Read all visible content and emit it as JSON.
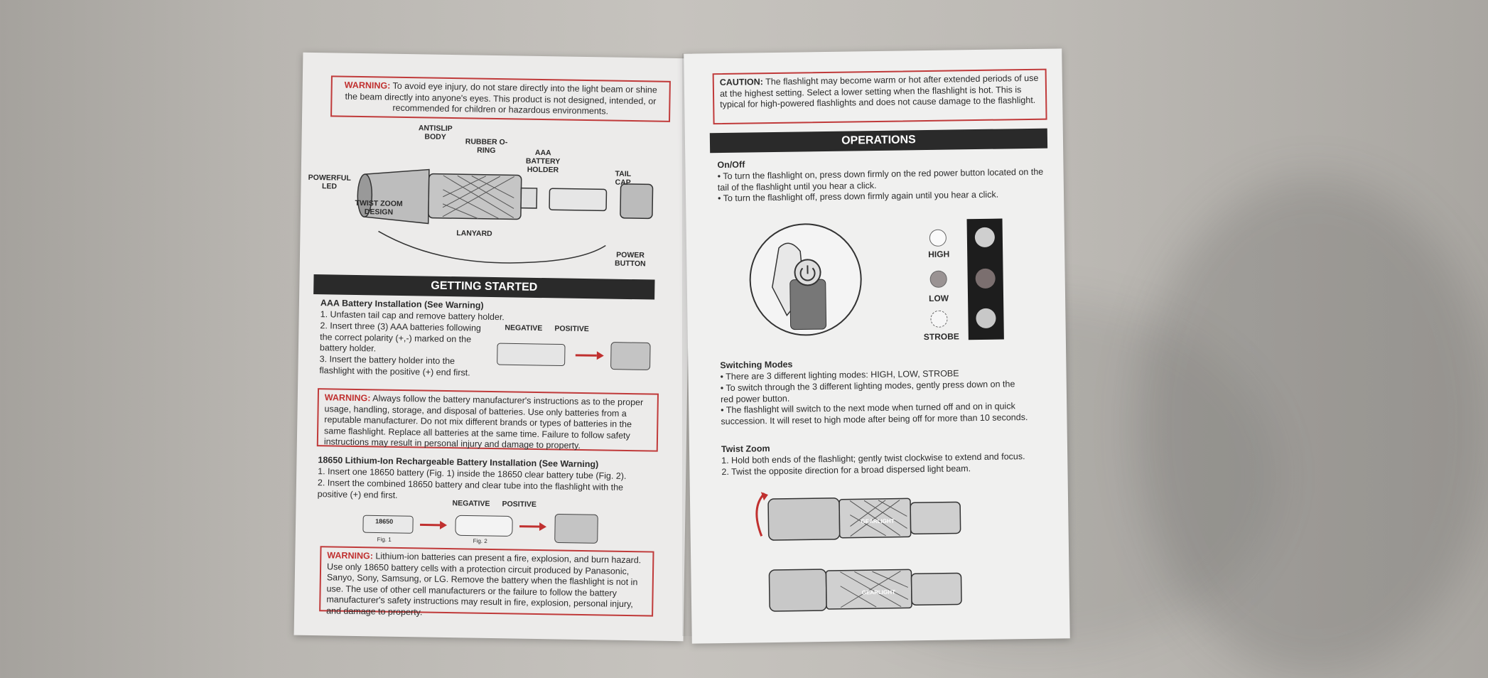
{
  "left": {
    "warning_eye": {
      "label": "WARNING:",
      "text": " To avoid eye injury, do not stare directly into the light beam or shine the beam directly into anyone's eyes.  This product is not designed, intended, or recommended for children or hazardous environments."
    },
    "diagram_labels": {
      "antislip": "ANTISLIP BODY",
      "rubber": "RUBBER O-RING",
      "battery_holder": "AAA BATTERY HOLDER",
      "tail_cap": "TAIL CAP",
      "powerful_led": "POWERFUL LED",
      "twist_zoom": "TWIST ZOOM DESIGN",
      "lanyard": "LANYARD",
      "power_button": "POWER BUTTON"
    },
    "brand": "GEARLIGHT",
    "getting_started": "GETTING STARTED",
    "aaa_heading": "AAA Battery Installation (See Warning)",
    "aaa_steps": [
      "1.  Unfasten tail cap and remove battery holder.",
      "2. Insert three (3) AAA batteries following the correct polarity (+,-) marked on the battery holder.",
      "3. Insert the battery holder into the flashlight with the positive (+) end first."
    ],
    "negative": "NEGATIVE",
    "positive": "POSITIVE",
    "warning_battery": {
      "label": "WARNING:",
      "text": " Always follow the battery manufacturer's instructions as to the proper usage, handling, storage, and disposal of batteries. Use only batteries from a reputable manufacturer. Do not mix different brands or types of batteries in the same flashlight. Replace all batteries at the same time. Failure to follow safety instructions may result in personal injury and damage to property."
    },
    "li_heading": "18650 Lithium-Ion Rechargeable Battery Installation (See Warning)",
    "li_steps": [
      "1.  Insert one 18650 battery (Fig. 1) inside the 18650 clear battery tube (Fig. 2).",
      "2. Insert the combined 18650 battery and clear tube into the flashlight with the positive (+) end first."
    ],
    "battery_label": "18650",
    "fig1": "Fig. 1",
    "fig2": "Fig. 2",
    "warning_li": {
      "label": "WARNING:",
      "text": " Lithium-ion batteries can present a fire, explosion, and burn hazard.  Use only 18650 battery cells with a protection circuit produced by Panasonic, Sanyo, Sony, Samsung, or LG. Remove the battery when the flashlight is not in use.  The use of other cell manufacturers or the failure to follow the battery manufacturer's safety instructions may result in fire, explosion, personal injury, and damage to property."
    }
  },
  "right": {
    "caution": {
      "label": "CAUTION:",
      "text": " The flashlight may become warm or hot after extended periods of use at the highest setting.  Select a lower setting when the flashlight is hot.  This is typical for high-powered flashlights and does not cause damage to the flashlight."
    },
    "operations": "OPERATIONS",
    "onoff_heading": "On/Off",
    "onoff_items": [
      "• To turn the flashlight on, press down firmly on the red power button located on the tail of the flashlight until you hear a click.",
      "• To turn the flashlight off, press down firmly again until you hear a click."
    ],
    "modes": [
      "HIGH",
      "LOW",
      "STROBE"
    ],
    "switching_heading": "Switching Modes",
    "switching_items": [
      "• There are 3 different lighting modes: HIGH, LOW, STROBE",
      "• To switch through the 3 different lighting modes, gently press down on the red power button.",
      "• The flashlight will switch to the next mode when turned off and on in quick succession.  It will reset to high mode after being off for more than 10 seconds."
    ],
    "zoom_heading": "Twist Zoom",
    "zoom_items": [
      "1.  Hold both ends of the flashlight; gently twist clockwise to extend and focus.",
      "2. Twist the opposite direction for a broad dispersed light beam."
    ]
  }
}
